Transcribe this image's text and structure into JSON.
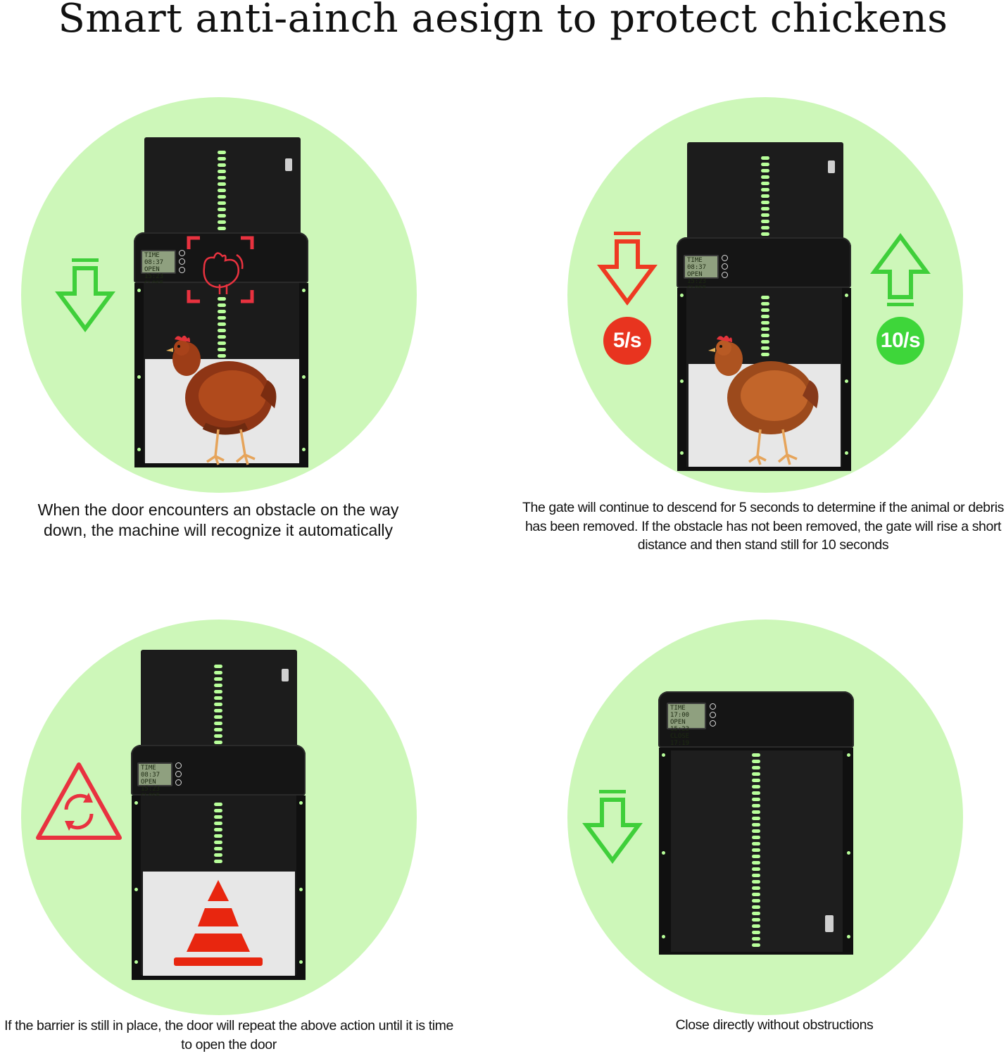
{
  "title": "Smart anti-ainch aesign to protect chickens",
  "panels": [
    {
      "caption": "When the door encounters an obstacle on the way down, the machine will recognize it automatically",
      "icons": [
        "down-arrow-icon",
        "chicken-scan-icon"
      ]
    },
    {
      "caption": "The gate will continue to descend for 5 seconds to determine if the animal or debris has been removed.  If the obstacle has not been removed, the gate will rise a short distance and then stand still for 10 seconds",
      "badge_down": "5/s",
      "badge_up": "10/s",
      "icons": [
        "down-arrow-icon",
        "up-arrow-icon"
      ]
    },
    {
      "caption": "If the barrier is still in place, the door will repeat the above action until it is time to open the door",
      "icons": [
        "repeat-warning-icon",
        "traffic-cone-icon"
      ]
    },
    {
      "caption": "Close directly without obstructions",
      "icons": [
        "down-arrow-icon"
      ]
    }
  ],
  "lcd": {
    "line1": "TIME 08:37",
    "line2": "OPEN 15:23",
    "line3": "CLOSE 17:19"
  },
  "lcd_panel4": {
    "line1": "TIME 17:00",
    "line2": "OPEN 15:23",
    "line3": "CLOSE 17:19"
  },
  "colors": {
    "circle": "#cdf7b9",
    "arrow_green": "#3fcf3a",
    "arrow_red": "#ee3a22",
    "badge_red": "#e8341f",
    "badge_green": "#3ed63a",
    "led": "#b8ff9a"
  }
}
